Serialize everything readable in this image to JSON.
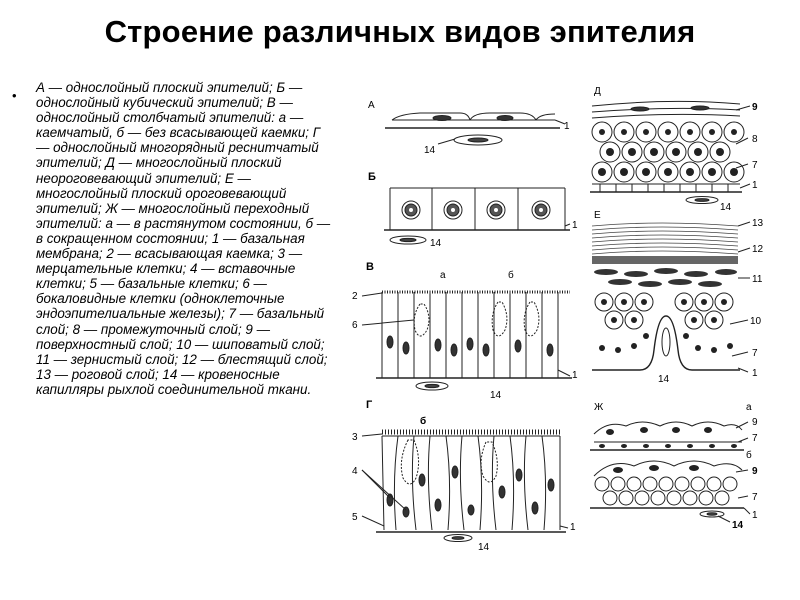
{
  "slide": {
    "title": "Строение различных видов эпителия",
    "bullet": "•",
    "legend": "А — однослойный плоский эпителий; Б — однослойный кубический эпителий; В — однослойный столбчатый эпителий: а — каемчатый, б — без всасывающей каемки; Г — однослойный многорядный реснитчатый эпителий; Д — многослойный плоский неороговевающий эпителий; Е — многослойный плоский ороговевающий эпителий; Ж — многослойный переходный эпителий: а — в растянутом состоянии, б — в сокращенном состоянии; 1 — базальная мембрана; 2 — всасывающая каемка; 3 — мерцательные клетки; 4 — вставочные клетки; 5 — базальные клетки; 6 — бокаловидные клетки (одноклеточные эндоэпителиальные железы); 7 — базальный слой; 8 — промежуточный слой; 9 — поверхностный слой; 10 — шиповатый слой; 11 — зернистый слой; 12 — блестящий слой; 13 — роговой слой; 14 — кровеносные капилляры рыхлой соединительной ткани."
  },
  "figure": {
    "panels": {
      "A": "А",
      "B": "Б",
      "V": "В",
      "G": "Г",
      "D": "Д",
      "E": "Е",
      "Zh": "Ж"
    },
    "sub": {
      "a": "а",
      "b": "б"
    },
    "numbers": {
      "n1": "1",
      "n2": "2",
      "n3": "3",
      "n4": "4",
      "n5": "5",
      "n6": "6",
      "n7": "7",
      "n8": "8",
      "n9": "9",
      "n10": "10",
      "n11": "11",
      "n12": "12",
      "n13": "13",
      "n14": "14"
    }
  }
}
